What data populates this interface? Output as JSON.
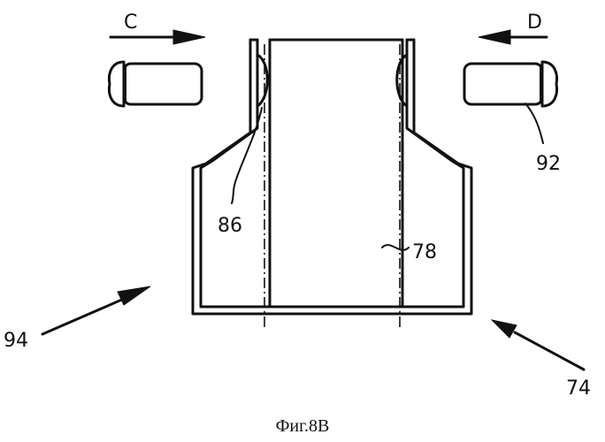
{
  "labels": {
    "arrow_c": "C",
    "arrow_d": "D",
    "ref_86": "86",
    "ref_92": "92",
    "ref_78": "78",
    "ref_94": "94",
    "ref_74": "74"
  },
  "caption": "Фиг.8B"
}
